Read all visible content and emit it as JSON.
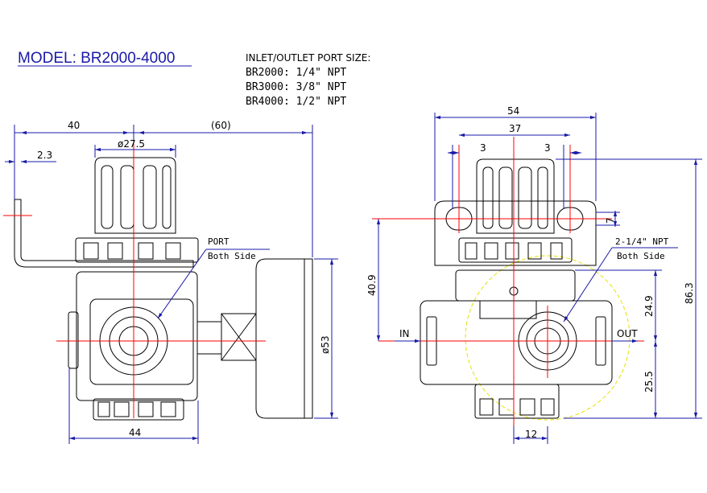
{
  "title": "MODEL: BR2000-4000",
  "port_size": {
    "heading": "INLET/OUTLET PORT SIZE:",
    "rows": [
      "BR2000: 1/4\" NPT",
      "BR3000: 3/8\" NPT",
      "BR4000: 1/2\" NPT"
    ]
  },
  "left_view": {
    "dim_40": "40",
    "dim_60": "(60)",
    "dim_2_3": "2.3",
    "dim_d27_5": "ø27.5",
    "dim_44": "44",
    "dim_d53": "ø53",
    "port_label": "PORT",
    "port_sub": "Both Side"
  },
  "right_view": {
    "dim_54": "54",
    "dim_37": "37",
    "dim_3a": "3",
    "dim_3b": "3",
    "dim_7": "7",
    "dim_40_9": "40.9",
    "dim_24_9": "24.9",
    "dim_25_5": "25.5",
    "dim_86_3": "86.3",
    "dim_12": "12",
    "in_label": "IN",
    "out_label": "OUT",
    "npt_label": "2-1/4\" NPT",
    "npt_sub": "Both Side"
  },
  "colors": {
    "outline": "#000000",
    "centerline": "#ff0000",
    "dimension": "#1a1aa8",
    "hidden_circle": "#e8e000",
    "title": "#1a1aa8"
  }
}
